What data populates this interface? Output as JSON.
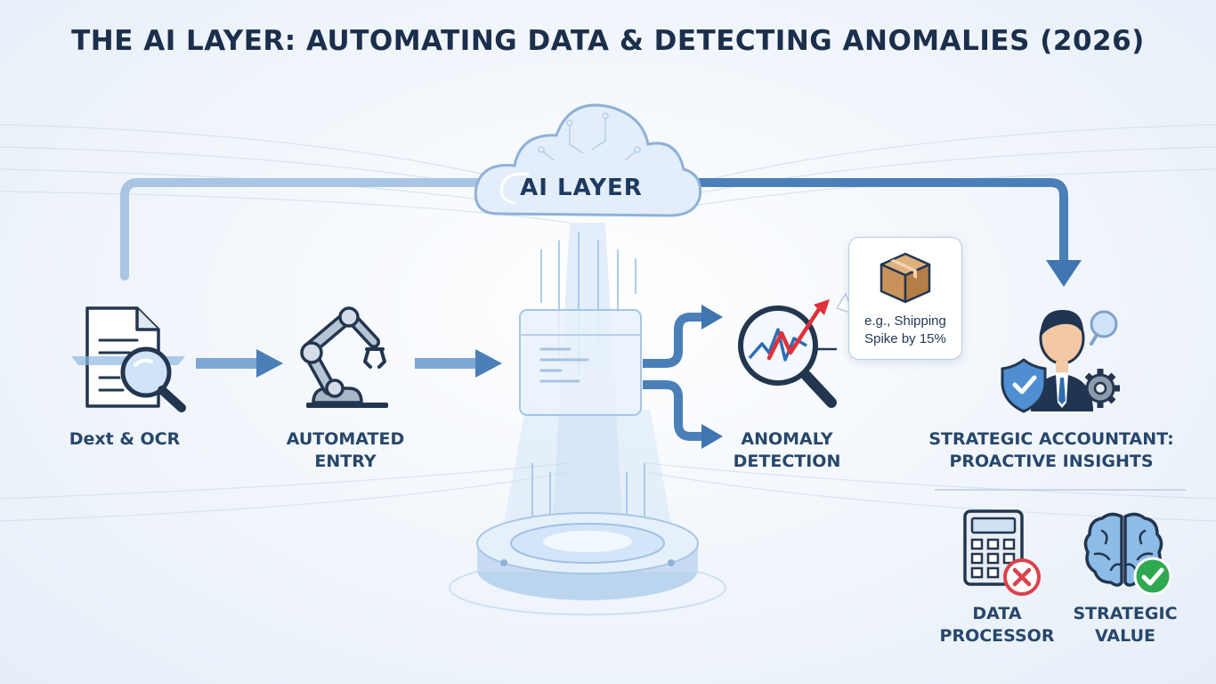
{
  "title": "THE AI LAYER: AUTOMATING DATA & DETECTING ANOMALIES (2026)",
  "cloud": {
    "label": "AI LAYER"
  },
  "steps": {
    "ocr": {
      "label": "Dext & OCR",
      "icon": "document-magnifier-icon"
    },
    "entry": {
      "label": "AUTOMATED\nENTRY",
      "icon": "robotic-arm-icon"
    },
    "anomaly": {
      "label": "ANOMALY\nDETECTION",
      "icon": "chart-magnifier-icon"
    },
    "accountant": {
      "label": "STRATEGIC ACCOUNTANT:\nPROACTIVE INSIGHTS",
      "icon": "accountant-icon"
    }
  },
  "callout": {
    "text": "e.g., Shipping\nSpike by 15%",
    "icon": "package-box-icon"
  },
  "roles": {
    "processor": {
      "label": "DATA\nPROCESSOR",
      "icon": "calculator-icon",
      "status": "rejected"
    },
    "strategic": {
      "label": "STRATEGIC\nVALUE",
      "icon": "brain-icon",
      "status": "approved"
    }
  },
  "colors": {
    "arrow": "#4a7fb8",
    "accent_blue": "#2f6db2",
    "cross_red": "#d9434e",
    "check_green": "#2fa84f",
    "spike_red": "#e0303a",
    "box_tan": "#c8925a"
  }
}
